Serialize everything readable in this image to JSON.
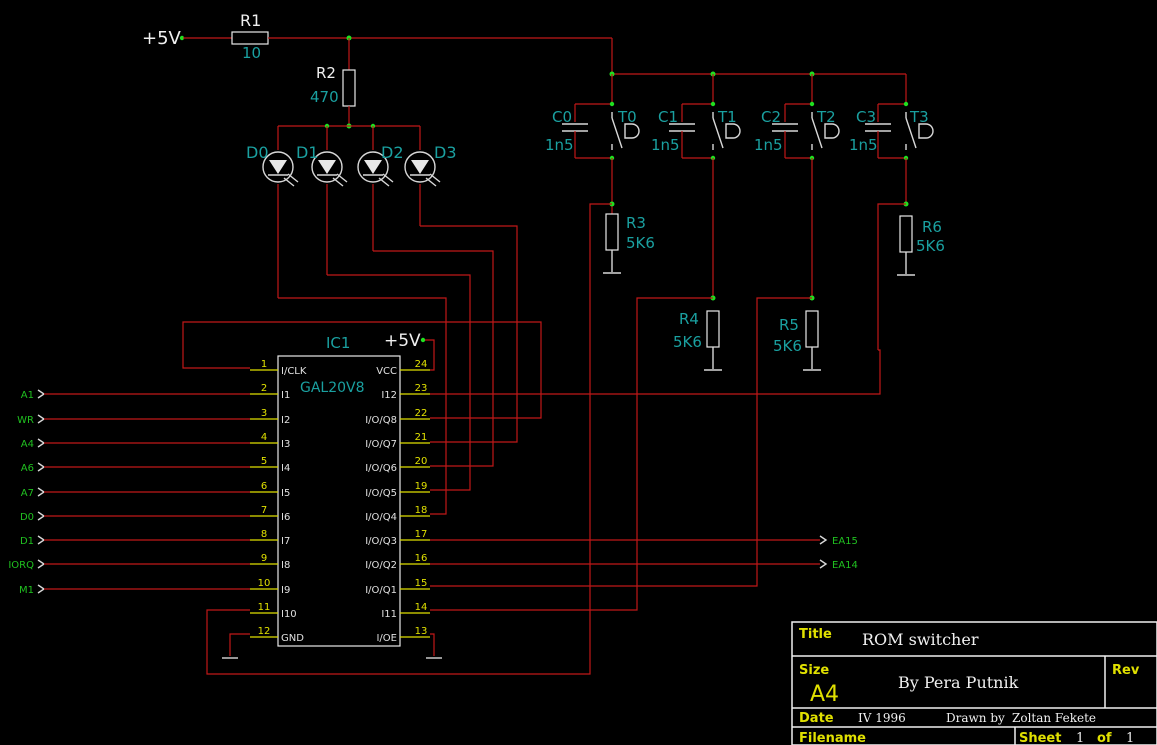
{
  "power": {
    "top": "+5V",
    "ic": "+5V"
  },
  "resistors": {
    "R1": {
      "name": "R1",
      "value": "10"
    },
    "R2": {
      "name": "R2",
      "value": "470"
    },
    "R3": {
      "name": "R3",
      "value": "5K6"
    },
    "R4": {
      "name": "R4",
      "value": "5K6"
    },
    "R5": {
      "name": "R5",
      "value": "5K6"
    },
    "R6": {
      "name": "R6",
      "value": "5K6"
    }
  },
  "leds": [
    "D0",
    "D1",
    "D2",
    "D3"
  ],
  "capacitors": [
    {
      "name": "C0",
      "value": "1n5"
    },
    {
      "name": "C1",
      "value": "1n5"
    },
    {
      "name": "C2",
      "value": "1n5"
    },
    {
      "name": "C3",
      "value": "1n5"
    }
  ],
  "switches": [
    "T0",
    "T1",
    "T2",
    "T3"
  ],
  "ic": {
    "ref": "IC1",
    "part": "GAL20V8",
    "left_pins": [
      {
        "num": "1",
        "name": "I/CLK"
      },
      {
        "num": "2",
        "name": "I1"
      },
      {
        "num": "3",
        "name": "I2"
      },
      {
        "num": "4",
        "name": "I3"
      },
      {
        "num": "5",
        "name": "I4"
      },
      {
        "num": "6",
        "name": "I5"
      },
      {
        "num": "7",
        "name": "I6"
      },
      {
        "num": "8",
        "name": "I7"
      },
      {
        "num": "9",
        "name": "I8"
      },
      {
        "num": "10",
        "name": "I9"
      },
      {
        "num": "11",
        "name": "I10"
      },
      {
        "num": "12",
        "name": "GND"
      }
    ],
    "right_pins": [
      {
        "num": "24",
        "name": "VCC"
      },
      {
        "num": "23",
        "name": "I12"
      },
      {
        "num": "22",
        "name": "I/O/Q8"
      },
      {
        "num": "21",
        "name": "I/O/Q7"
      },
      {
        "num": "20",
        "name": "I/O/Q6"
      },
      {
        "num": "19",
        "name": "I/O/Q5"
      },
      {
        "num": "18",
        "name": "I/O/Q4"
      },
      {
        "num": "17",
        "name": "I/O/Q3"
      },
      {
        "num": "16",
        "name": "I/O/Q2"
      },
      {
        "num": "15",
        "name": "I/O/Q1"
      },
      {
        "num": "14",
        "name": "I11"
      },
      {
        "num": "13",
        "name": "I/OE"
      }
    ]
  },
  "input_signals": [
    "A1",
    "WR",
    "A4",
    "A6",
    "A7",
    "D0",
    "D1",
    "IORQ",
    "M1"
  ],
  "output_signals": [
    "EA15",
    "EA14"
  ],
  "title_block": {
    "title_label": "Title",
    "title": "ROM switcher",
    "size_label": "Size",
    "size": "A4",
    "author": "By Pera Putnik",
    "rev_label": "Rev",
    "date_label": "Date",
    "date": "IV 1996",
    "drawn_by_label": "Drawn by",
    "drawn_by": "Zoltan Fekete",
    "filename_label": "Filename",
    "sheet_label": "Sheet",
    "sheet": "1",
    "of_label": "of",
    "of_total": "1"
  }
}
